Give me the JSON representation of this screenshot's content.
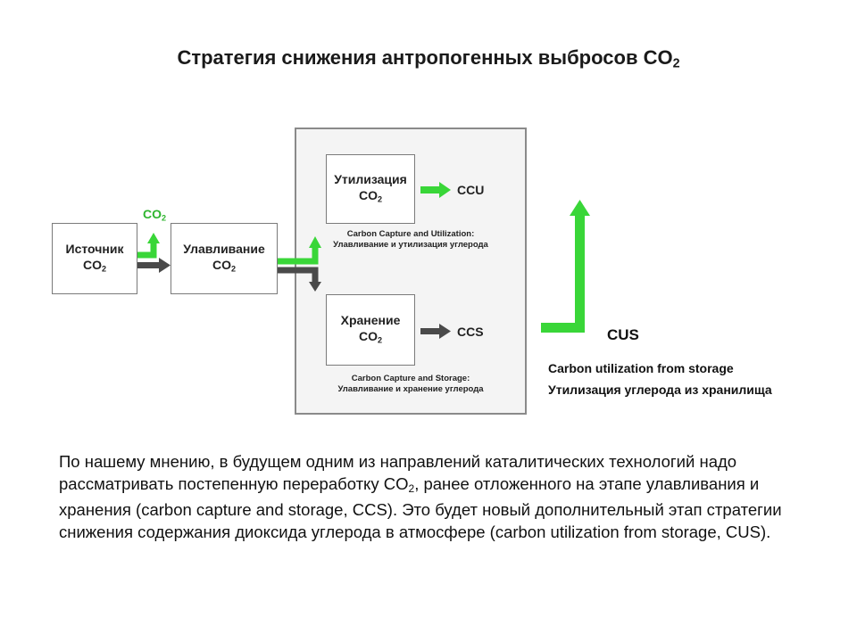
{
  "title": {
    "text": "Стратегия снижения антропогенных выбросов CO",
    "sub": "2"
  },
  "boxes": {
    "source": {
      "line1": "Источник",
      "line2": "CO",
      "sub": "2"
    },
    "capture": {
      "line1": "Улавливание",
      "line2": "CO",
      "sub": "2"
    },
    "utilization": {
      "line1": "Утилизация",
      "line2": "CO",
      "sub": "2"
    },
    "storage": {
      "line1": "Хранение",
      "line2": "CO",
      "sub": "2"
    }
  },
  "co2_label": {
    "text": "CO",
    "sub": "2"
  },
  "ccu_label": "CCU",
  "ccs_label": "CCS",
  "ccu_caption": {
    "line1": "Carbon Capture and Utilization:",
    "line2": "Улавливание и утилизация углерода"
  },
  "ccs_caption": {
    "line1": "Carbon Capture and Storage:",
    "line2": "Улавливание и хранение углерода"
  },
  "cus": {
    "title": "CUS",
    "line1": "Carbon utilization from storage",
    "line2": "Утилизация углерода из хранилища"
  },
  "paragraph": {
    "part1": "По нашему мнению, в будущем одним из направлений каталитических технологий надо рассматривать постепенную переработку CO",
    "sub": "2",
    "part2": ", ранее отложенного на этапе улавливания и хранения (carbon capture and storage, CCS). Это будет новый дополнительный этап стратегии снижения содержания диоксида углерода в атмосфере (carbon utilization from storage, CUS)."
  },
  "colors": {
    "green": "#39d638",
    "dark": "#4a4a4a",
    "co2_green": "#2fb52f"
  }
}
